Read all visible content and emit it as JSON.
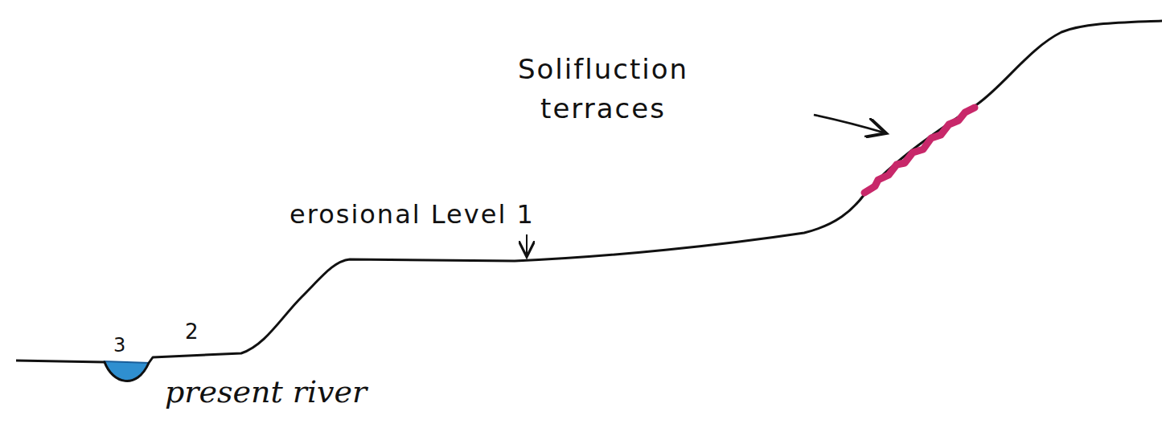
{
  "diagram": {
    "labels": [
      "Solifluction terraces",
      "erosional Level 1",
      "2",
      "3",
      "present river"
    ]
  }
}
